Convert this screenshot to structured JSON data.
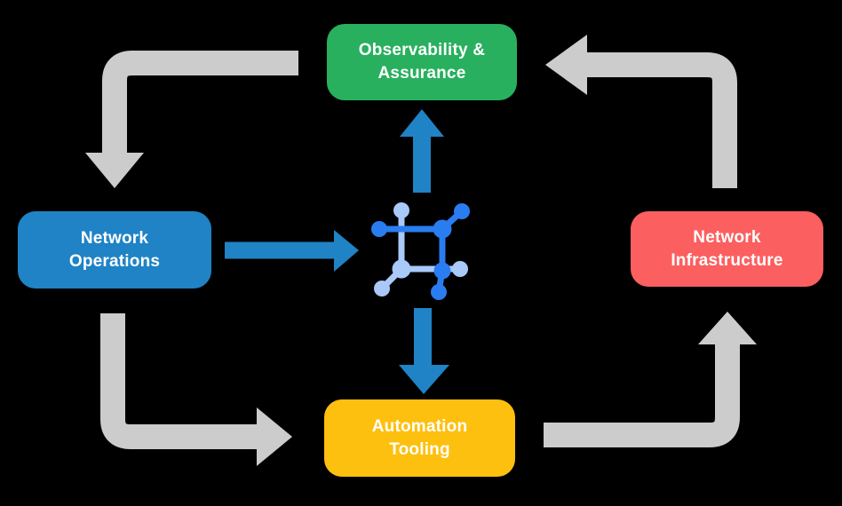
{
  "colors": {
    "background": "#000000",
    "arrow_gray": "#cccccc",
    "arrow_blue": "#1f83c5",
    "icon_blue_dark": "#2a7df0",
    "icon_blue_light": "#a9c9f8",
    "label_text": "#ffffff"
  },
  "nodes": {
    "observability": {
      "label": "Observability &\nAssurance",
      "color": "#28b05e"
    },
    "network_operations": {
      "label": "Network\nOperations",
      "color": "#1f83c5"
    },
    "network_infrastructure": {
      "label": "Network\nInfrastructure",
      "color": "#fc5f5f"
    },
    "automation_tooling": {
      "label": "Automation\nTooling",
      "color": "#fdc00f"
    }
  },
  "center_icon": "network-nodes-icon",
  "flows": {
    "gray_cycle": [
      {
        "from": "Observability & Assurance",
        "to": "Network Operations"
      },
      {
        "from": "Network Operations",
        "to": "Automation Tooling"
      },
      {
        "from": "Automation Tooling",
        "to": "Network Infrastructure"
      },
      {
        "from": "Network Infrastructure",
        "to": "Observability & Assurance"
      }
    ],
    "blue_links": [
      {
        "from": "Network Operations",
        "to": "center icon"
      },
      {
        "from": "center icon",
        "to": "Observability & Assurance"
      },
      {
        "from": "center icon",
        "to": "Automation Tooling"
      }
    ]
  }
}
